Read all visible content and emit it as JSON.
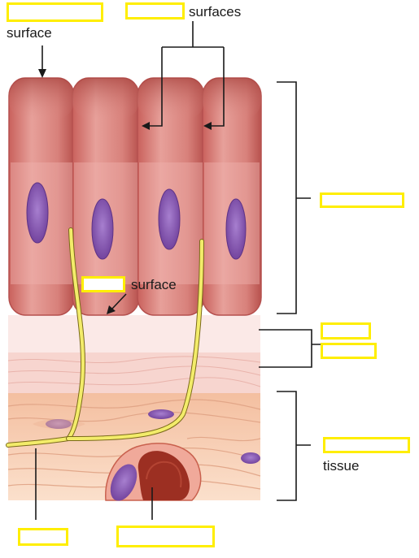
{
  "labels": {
    "surface_top": "surface",
    "surfaces_lateral": "surfaces",
    "surface_basal": "surface",
    "tissue": "tissue"
  },
  "blank_boxes": [
    {
      "id": "top-left"
    },
    {
      "id": "top-center"
    },
    {
      "id": "epithelium-bracket"
    },
    {
      "id": "basal-surface"
    },
    {
      "id": "basement-membrane-upper"
    },
    {
      "id": "basement-membrane-lower"
    },
    {
      "id": "connective-tissue"
    },
    {
      "id": "nerve-bottom"
    },
    {
      "id": "blood-vessel-bottom"
    }
  ],
  "colors": {
    "highlight_box": "#ffee00",
    "cell_fill": "#d9807c",
    "cell_edge": "#b5504e",
    "nucleus": "#8a5cb0",
    "nerve_fiber": "#f3ec6a",
    "connective_tissue": "#f7c8a8",
    "blood": "#a33a2a"
  }
}
